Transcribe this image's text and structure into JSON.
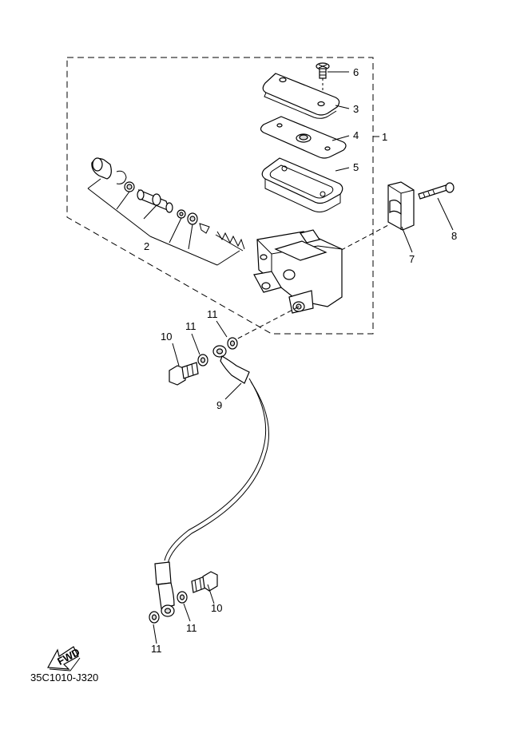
{
  "diagram": {
    "code": "35C1010-J320",
    "fwd_label": "FWD",
    "callouts": {
      "c1": "1",
      "c2": "2",
      "c3": "3",
      "c4": "4",
      "c5": "5",
      "c6": "6",
      "c7": "7",
      "c8": "8",
      "c9": "9",
      "c10a": "10",
      "c10b": "10",
      "c11a": "11",
      "c11b": "11",
      "c11c": "11",
      "c11d": "11"
    }
  }
}
